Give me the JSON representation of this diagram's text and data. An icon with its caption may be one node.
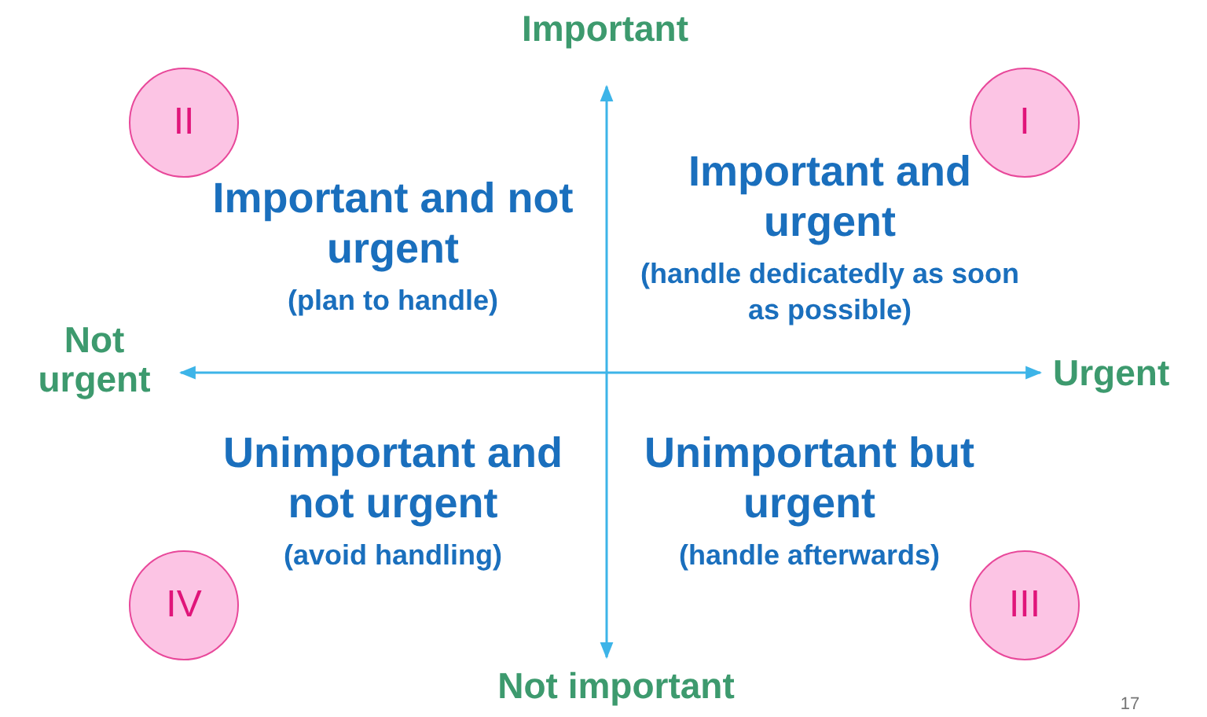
{
  "diagram": {
    "nodes": [
      {
        "text": [
          "II"
        ]
      },
      {
        "text": [
          "I"
        ]
      },
      {
        "text": [
          "IV"
        ]
      },
      {
        "text": [
          "III"
        ]
      }
    ],
    "labels": [
      "Important",
      "Important and not urgent",
      "(plan to handle)",
      "Important and urgent",
      "(handle dedicatedly as soon as possible)",
      "Not urgent",
      "Urgent",
      "Unimportant and not urgent",
      "(avoid handling)",
      "Unimportant but urgent",
      "(handle afterwards)",
      "Not important",
      "17"
    ]
  }
}
